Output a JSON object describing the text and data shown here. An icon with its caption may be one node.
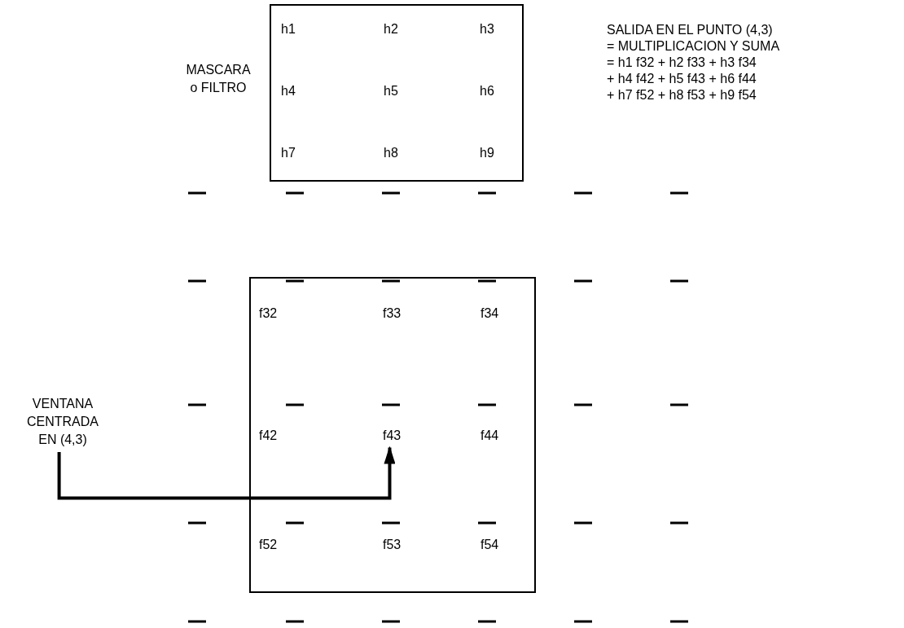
{
  "diagram": {
    "nodes": [
      {
        "text": [
          "h1",
          "h2",
          "h3",
          "h4",
          "h5",
          "h6",
          "h7",
          "h8",
          "h9"
        ],
        "beside": [
          "MASCARA o FILTRO"
        ]
      },
      {
        "text": [
          "f32",
          "f33",
          "f34",
          "f42",
          "f43",
          "f44",
          "f52",
          "f53",
          "f54"
        ]
      },
      {
        "text": [
          "VENTANA CENTRADA EN (4,3)"
        ]
      }
    ],
    "edges": [
      {
        "from": 2,
        "to": 1,
        "arrow": "to"
      }
    ],
    "labels": [
      "SALIDA EN EL PUNTO (4,3)",
      "= MULTIPLICACION Y SUMA",
      "= h1 f32 + h2 f33 + h3 f34",
      "+ h4 f42 + h5 f43 + h6 f44",
      "+ h7 f52 + h8 f53 + h9 f54"
    ]
  }
}
